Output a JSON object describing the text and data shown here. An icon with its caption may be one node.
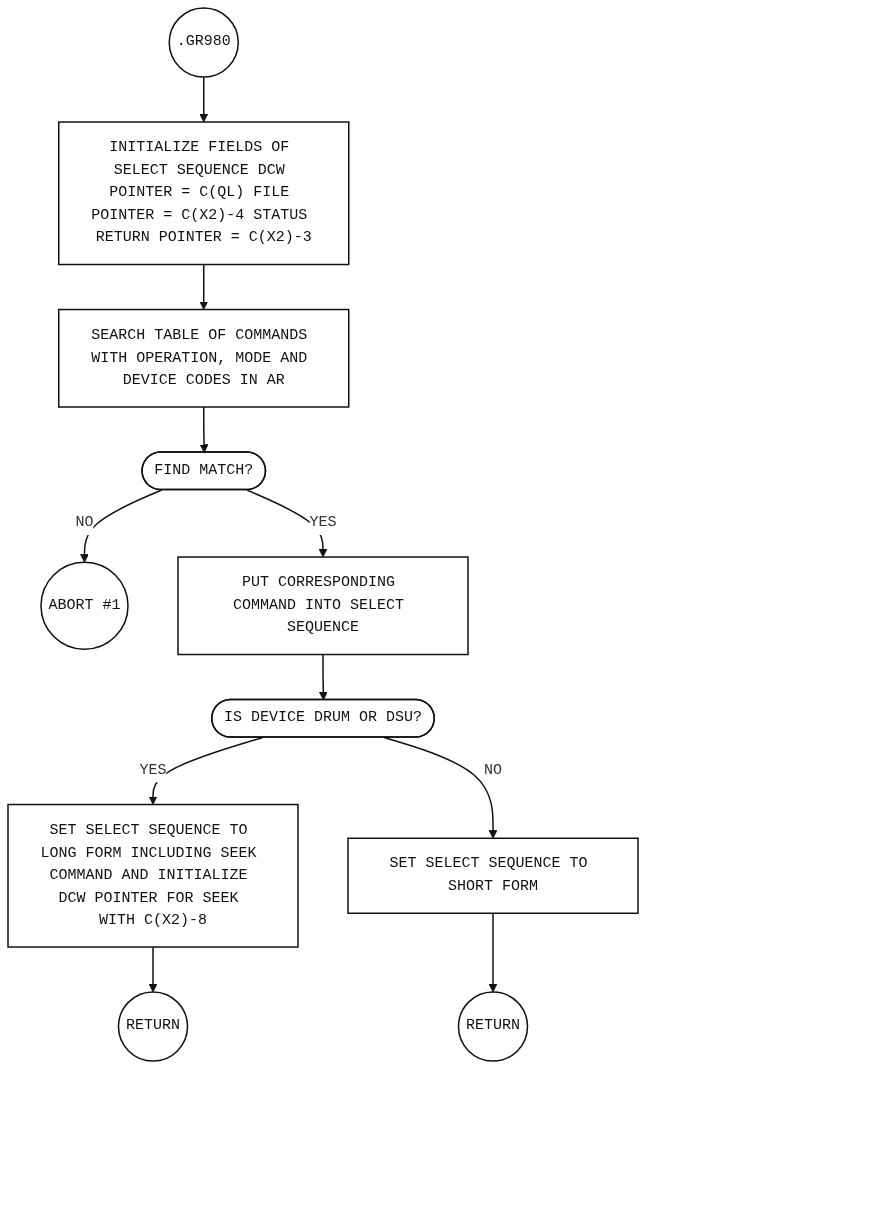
{
  "diagram": {
    "nodes": [
      {
        "text": [
          ".GR980"
        ]
      },
      {
        "text": [
          "INITIALIZE FIELDS OF SELECT SEQUENCE DCW POINTER = C(QL) FILE POINTER = C(X2)-4 STATUS RETURN POINTER = C(X2)-3"
        ]
      },
      {
        "text": [
          "SEARCH TABLE OF COMMANDS WITH OPERATION, MODE AND DEVICE CODES IN AR"
        ]
      },
      {
        "text": [
          "FIND MATCH?"
        ]
      },
      {
        "text": [
          "ABORT #1"
        ]
      },
      {
        "text": [
          "PUT CORRESPONDING COMMAND INTO SELECT SEQUENCE"
        ]
      },
      {
        "text": [
          "IS DEVICE DRUM OR DSU?"
        ]
      },
      {
        "text": [
          "SET SELECT SEQUENCE TO LONG FORM INCLUDING SEEK COMMAND AND INITIALIZE DCW POINTER FOR SEEK WITH C(X2)-8"
        ]
      },
      {
        "text": [
          "SET SELECT SEQUENCE TO SHORT FORM"
        ]
      },
      {
        "text": [
          "RETURN"
        ]
      },
      {
        "text": [
          "RETURN"
        ]
      }
    ],
    "edges": [
      {
        "from": 0,
        "to": 1,
        "arrow": "to"
      },
      {
        "from": 1,
        "to": 2,
        "arrow": "to"
      },
      {
        "from": 2,
        "to": 3,
        "arrow": "to"
      },
      {
        "from": 3,
        "to": 4,
        "label": "NO",
        "arrow": "to"
      },
      {
        "from": 3,
        "to": 5,
        "label": "YES",
        "arrow": "to"
      },
      {
        "from": 5,
        "to": 6,
        "arrow": "to"
      },
      {
        "from": 6,
        "to": 7,
        "label": "YES",
        "arrow": "to"
      },
      {
        "from": 6,
        "to": 8,
        "label": "NO",
        "arrow": "to"
      },
      {
        "from": 8,
        "to": 9,
        "arrow": "to"
      },
      {
        "from": 7,
        "to": 10,
        "arrow": "to"
      }
    ]
  }
}
